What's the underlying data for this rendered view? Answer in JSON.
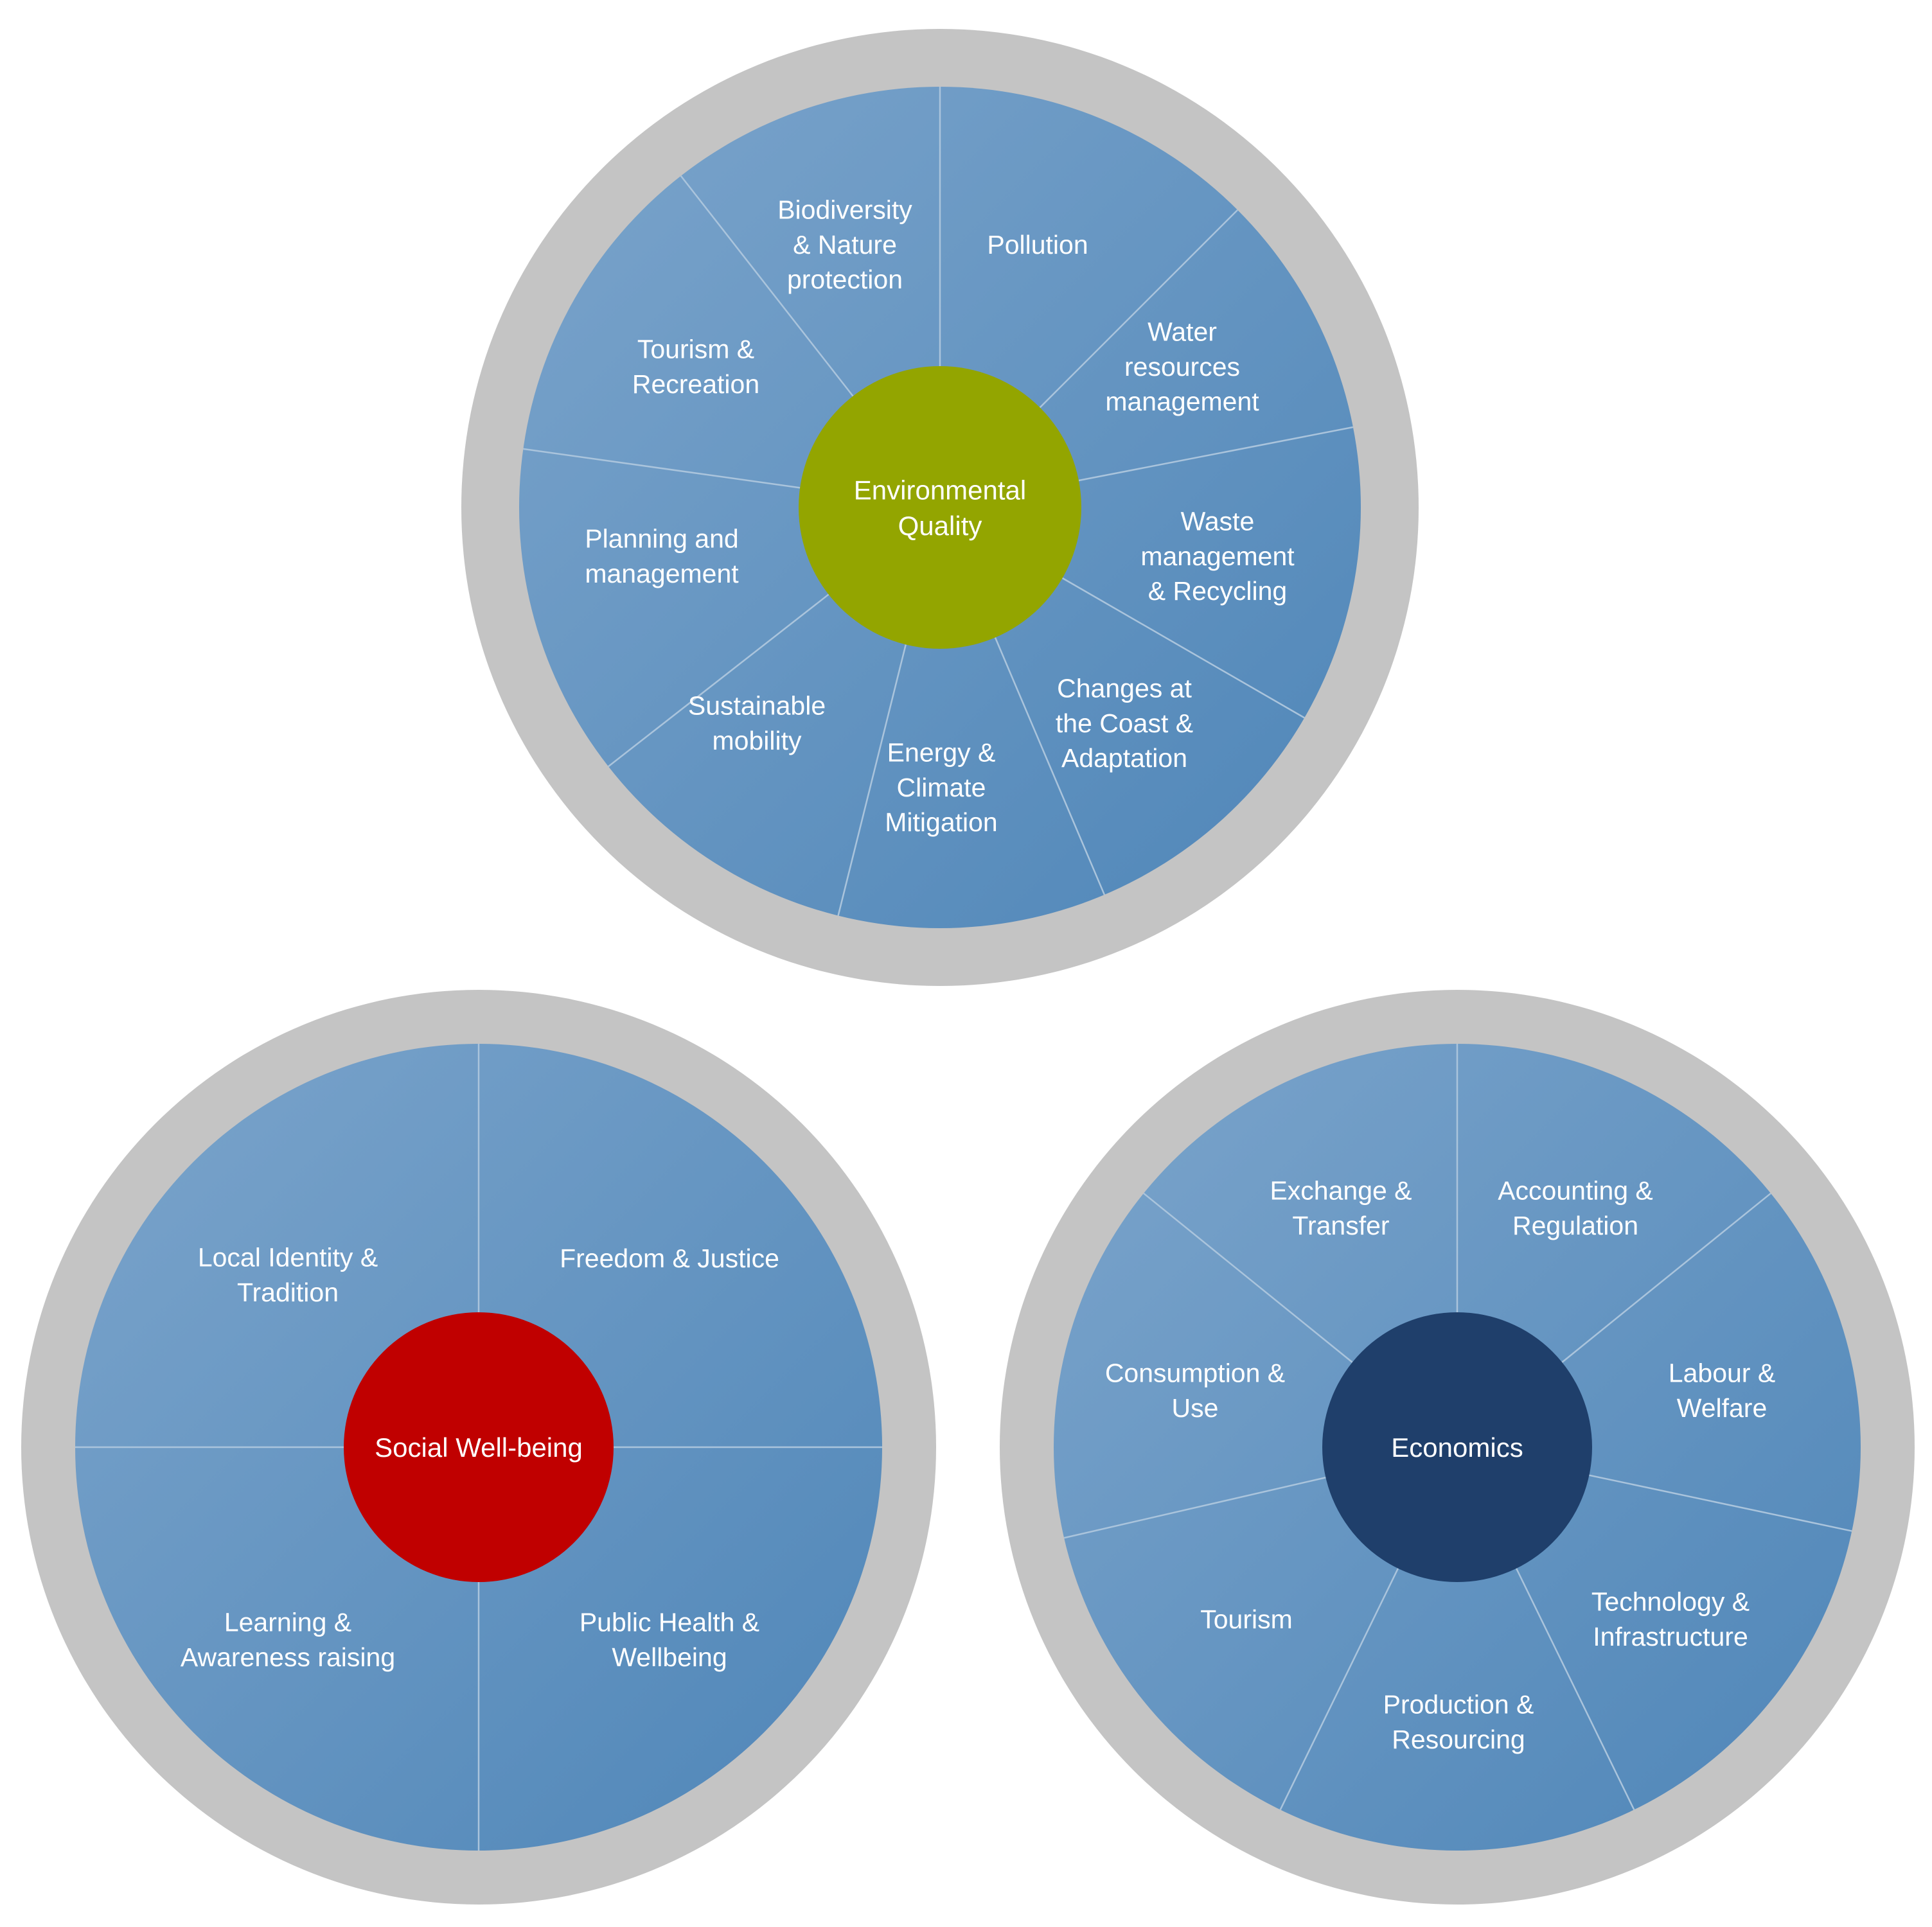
{
  "colors": {
    "background": "#ffffff",
    "outer_ring": "#c4c4c4",
    "segment_light": "#7ba4cb",
    "segment_dark": "#4f86b8",
    "divider": "#aac4dc",
    "label_text": "#ffffff"
  },
  "wheels": [
    {
      "id": "environmental-quality",
      "hub": {
        "label_lines": [
          "Environmental",
          "Quality"
        ],
        "color": "#93a500"
      },
      "segments": [
        {
          "label_lines": [
            "Biodiversity",
            "& Nature",
            "protection"
          ]
        },
        {
          "label_lines": [
            "Pollution"
          ]
        },
        {
          "label_lines": [
            "Water",
            "resources",
            "management"
          ]
        },
        {
          "label_lines": [
            "Waste",
            "management",
            "& Recycling"
          ]
        },
        {
          "label_lines": [
            "Changes at",
            "the Coast &",
            "Adaptation"
          ]
        },
        {
          "label_lines": [
            "Energy &",
            "Climate",
            "Mitigation"
          ]
        },
        {
          "label_lines": [
            "Sustainable",
            "mobility"
          ]
        },
        {
          "label_lines": [
            "Planning and",
            "management"
          ]
        },
        {
          "label_lines": [
            "Tourism &",
            "Recreation"
          ]
        }
      ]
    },
    {
      "id": "social-well-being",
      "hub": {
        "label_lines": [
          "Social Well-being"
        ],
        "color": "#c00000"
      },
      "segments": [
        {
          "label_lines": [
            "Freedom & Justice"
          ]
        },
        {
          "label_lines": [
            "Public Health &",
            "Wellbeing"
          ]
        },
        {
          "label_lines": [
            "Learning &",
            "Awareness raising"
          ]
        },
        {
          "label_lines": [
            "Local Identity &",
            "Tradition"
          ]
        }
      ]
    },
    {
      "id": "economics",
      "hub": {
        "label_lines": [
          "Economics"
        ],
        "color": "#1f3f6b"
      },
      "segments": [
        {
          "label_lines": [
            "Accounting &",
            "Regulation"
          ]
        },
        {
          "label_lines": [
            "Labour &",
            "Welfare"
          ]
        },
        {
          "label_lines": [
            "Technology &",
            "Infrastructure"
          ]
        },
        {
          "label_lines": [
            "Production &",
            "Resourcing"
          ]
        },
        {
          "label_lines": [
            "Tourism"
          ]
        },
        {
          "label_lines": [
            "Consumption &",
            "Use"
          ]
        },
        {
          "label_lines": [
            "Exchange &",
            "Transfer"
          ]
        }
      ]
    }
  ]
}
